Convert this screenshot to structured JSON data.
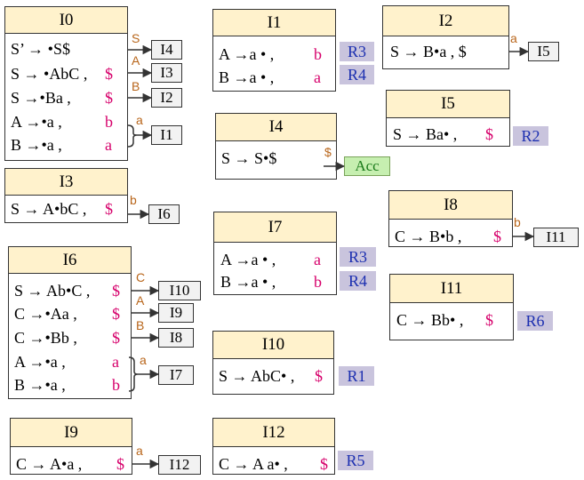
{
  "states": {
    "I0": {
      "title": "I0",
      "items": [
        {
          "rule": "S’ → •S$",
          "la": ""
        },
        {
          "rule": "S → •AbC ,",
          "la": "$"
        },
        {
          "rule": "S →•Ba ,",
          "la": "$"
        },
        {
          "rule": "A →•a ,",
          "la": "b"
        },
        {
          "rule": "B →•a ,",
          "la": "a"
        }
      ]
    },
    "I1": {
      "title": "I1",
      "items": [
        {
          "rule": "A →a • ,",
          "la": "b"
        },
        {
          "rule": "B →a • ,",
          "la": "a"
        }
      ]
    },
    "I2": {
      "title": "I2",
      "items": [
        {
          "rule": "S → B•a , $",
          "la": ""
        }
      ]
    },
    "I3": {
      "title": "I3",
      "items": [
        {
          "rule": "S → A•bC ,",
          "la": "$"
        }
      ]
    },
    "I4": {
      "title": "I4",
      "items": [
        {
          "rule": "S → S•$",
          "la": ""
        }
      ]
    },
    "I5": {
      "title": "I5",
      "items": [
        {
          "rule": "S → Ba• ,",
          "la": "$"
        }
      ]
    },
    "I6": {
      "title": "I6",
      "items": [
        {
          "rule": "S → Ab•C ,",
          "la": "$"
        },
        {
          "rule": "C →•Aa ,",
          "la": "$"
        },
        {
          "rule": "C →•Bb ,",
          "la": "$"
        },
        {
          "rule": "A →•a ,",
          "la": "a"
        },
        {
          "rule": "B →•a ,",
          "la": "b"
        }
      ]
    },
    "I7": {
      "title": "I7",
      "items": [
        {
          "rule": "A →a • ,",
          "la": "a"
        },
        {
          "rule": "B →a • ,",
          "la": "b"
        }
      ]
    },
    "I8": {
      "title": "I8",
      "items": [
        {
          "rule": "C → B•b ,",
          "la": "$"
        }
      ]
    },
    "I9": {
      "title": "I9",
      "items": [
        {
          "rule": "C → A•a ,",
          "la": "$"
        }
      ]
    },
    "I10": {
      "title": "I10",
      "items": [
        {
          "rule": "S → AbC• ,",
          "la": "$"
        }
      ]
    },
    "I11": {
      "title": "I11",
      "items": [
        {
          "rule": "C → Bb• ,",
          "la": "$"
        }
      ]
    },
    "I12": {
      "title": "I12",
      "items": [
        {
          "rule": "C → A a• ,",
          "la": "$"
        }
      ]
    }
  },
  "transitions": [
    {
      "from": "I0",
      "symbol": "S",
      "to": "I4"
    },
    {
      "from": "I0",
      "symbol": "A",
      "to": "I3"
    },
    {
      "from": "I0",
      "symbol": "B",
      "to": "I2"
    },
    {
      "from": "I0",
      "symbol": "a",
      "to": "I1"
    },
    {
      "from": "I2",
      "symbol": "a",
      "to": "I5"
    },
    {
      "from": "I3",
      "symbol": "b",
      "to": "I6"
    },
    {
      "from": "I4",
      "symbol": "$",
      "to": "Acc"
    },
    {
      "from": "I6",
      "symbol": "C",
      "to": "I10"
    },
    {
      "from": "I6",
      "symbol": "A",
      "to": "I9"
    },
    {
      "from": "I6",
      "symbol": "B",
      "to": "I8"
    },
    {
      "from": "I6",
      "symbol": "a",
      "to": "I7"
    },
    {
      "from": "I8",
      "symbol": "b",
      "to": "I11"
    },
    {
      "from": "I9",
      "symbol": "a",
      "to": "I12"
    }
  ],
  "target_labels": {
    "I4": "I4",
    "I3": "I3",
    "I2": "I2",
    "I1": "I1",
    "I6": "I6",
    "I5": "I5",
    "I10": "I10",
    "I9": "I9",
    "I8": "I8",
    "I7": "I7",
    "I11": "I11",
    "I12": "I12",
    "acc": "Acc"
  },
  "reductions": {
    "I1a": "R3",
    "I1b": "R4",
    "I5": "R2",
    "I7a": "R3",
    "I7b": "R4",
    "I10": "R1",
    "I11": "R6",
    "I12": "R5"
  },
  "colors": {
    "header": "#fff2cc",
    "lookahead": "#d6006b",
    "transition_symbol": "#b8651a",
    "reduction_bg": "#c9c4dd",
    "reduction_text": "#1c2fb0",
    "accept_bg": "#c6efb0"
  }
}
